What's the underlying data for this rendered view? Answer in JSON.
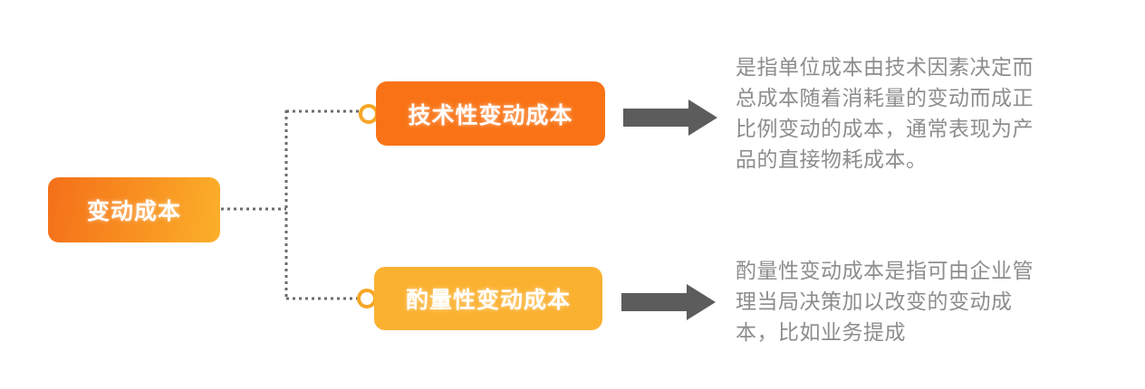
{
  "diagram": {
    "root": {
      "label": "变动成本",
      "color_start": "#f4701a",
      "color_end": "#fbb02a"
    },
    "branches": [
      {
        "id": "technical",
        "label": "技术性变动成本",
        "color": "#f97316",
        "ring_color": "#f6a623",
        "arrow_color": "#5c5c5c",
        "description": "是指单位成本由技术因素决定而总成本随着消耗量的变动而成正比例变动的成本，通常表现为产品的直接物耗成本。"
      },
      {
        "id": "discretionary",
        "label": "酌量性变动成本",
        "color": "#fbb130",
        "ring_color": "#f6a623",
        "arrow_color": "#5c5c5c",
        "description": "酌量性变动成本是指可由企业管理当局决策加以改变的变动成本，比如业务提成"
      }
    ],
    "connector": {
      "style": "dotted",
      "color": "#6b6b6b"
    },
    "text_color": "#8d8d8d"
  }
}
